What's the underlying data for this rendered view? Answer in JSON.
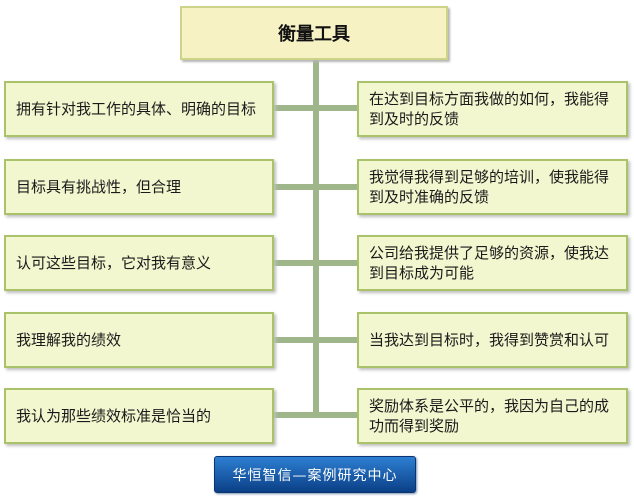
{
  "diagram": {
    "title": "衡量工具",
    "left_items": [
      "拥有针对我工作的具体、明确的目标",
      "目标具有挑战性，但合理",
      "认可这些目标，它对我有意义",
      "我理解我的绩效",
      "我认为那些绩效标准是恰当的"
    ],
    "right_items": [
      "在达到目标方面我做的如何，我能得到及时的反馈",
      "我觉得我得到足够的培训，使我能得到及时准确的反馈",
      "公司给我提供了足够的资源，使我达到目标成为可能",
      "当我达到目标时，我得到赞赏和认可",
      "奖励体系是公平的，我因为自己的成功而得到奖励"
    ]
  },
  "footer": {
    "label": "华恒智信—案例研究中心"
  },
  "colors": {
    "title_fill": "#f6f2c4",
    "box_fill": "#f2f7cf",
    "box_border": "#aac26a",
    "connector": "#9fb58a",
    "badge_blue": "#1a5fb0"
  }
}
